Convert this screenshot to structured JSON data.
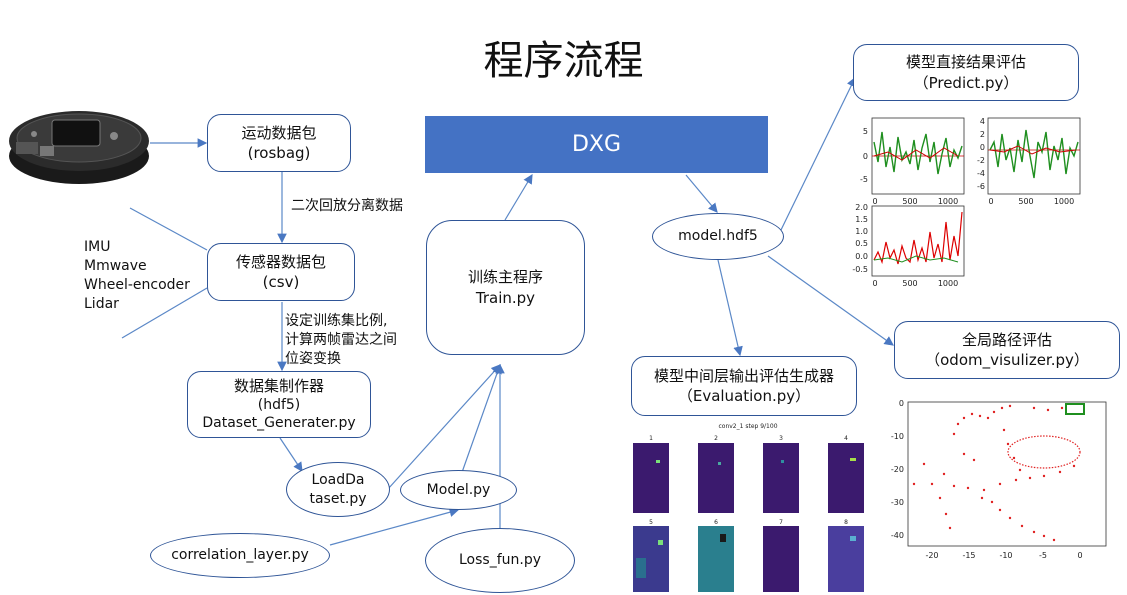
{
  "title": "程序流程",
  "dxg": "DXG",
  "nodes": {
    "rosbag": {
      "line1": "运动数据包",
      "line2": "(rosbag)"
    },
    "csv": {
      "line1": "传感器数据包",
      "line2": "(csv)"
    },
    "generator": {
      "line1": "数据集制作器",
      "line2": "(hdf5)",
      "line3": "Dataset_Generater.py"
    },
    "train": {
      "line1": "训练主程序",
      "line2": "Train.py"
    },
    "model_hdf5": {
      "line1": "model.hdf5"
    },
    "predict": {
      "line1": "模型直接结果评估",
      "line2": "（Predict.py）"
    },
    "evaluation": {
      "line1": "模型中间层输出评估生成器",
      "line2": "（Evaluation.py）"
    },
    "odom": {
      "line1": "全局路径评估",
      "line2": "（odom_visulizer.py）"
    },
    "loaddataset": {
      "line1": "LoadDa",
      "line2": "taset.py"
    },
    "model_py": {
      "line1": "Model.py"
    },
    "loss": {
      "line1": "Loss_fun.py"
    },
    "correlation": {
      "line1": "correlation_layer.py"
    }
  },
  "labels": {
    "replay": "二次回放分离数据",
    "split1": "设定训练集比例,",
    "split2": "计算两帧雷达之间",
    "split3": "位姿变换",
    "sensors": [
      "IMU",
      "Mmwave",
      "Wheel-encoder",
      "Lidar"
    ]
  },
  "plots": {
    "predict_top_left": {
      "yticks": [
        "5",
        "0",
        "-5"
      ],
      "xticks": [
        "0",
        "500",
        "1000"
      ]
    },
    "predict_top_right": {
      "yticks": [
        "4",
        "2",
        "0",
        "-2",
        "-4",
        "-6"
      ],
      "xticks": [
        "0",
        "500",
        "1000"
      ]
    },
    "predict_bottom": {
      "yticks": [
        "2.0",
        "1.5",
        "1.0",
        "0.5",
        "0.0",
        "-0.5"
      ],
      "xticks": [
        "0",
        "500",
        "1000"
      ]
    },
    "odom": {
      "yticks": [
        "0",
        "-10",
        "-20",
        "-30",
        "-40"
      ],
      "xticks": [
        "-20",
        "-15",
        "-10",
        "-5",
        "0"
      ]
    },
    "eval": {
      "title": "conv2_1 step 9/100",
      "panels": [
        "1",
        "2",
        "3",
        "4",
        "5",
        "6",
        "7",
        "8"
      ]
    }
  },
  "colors": {
    "accent": "#4472c4",
    "border": "#2f5597",
    "line": "#5b9bd5"
  }
}
